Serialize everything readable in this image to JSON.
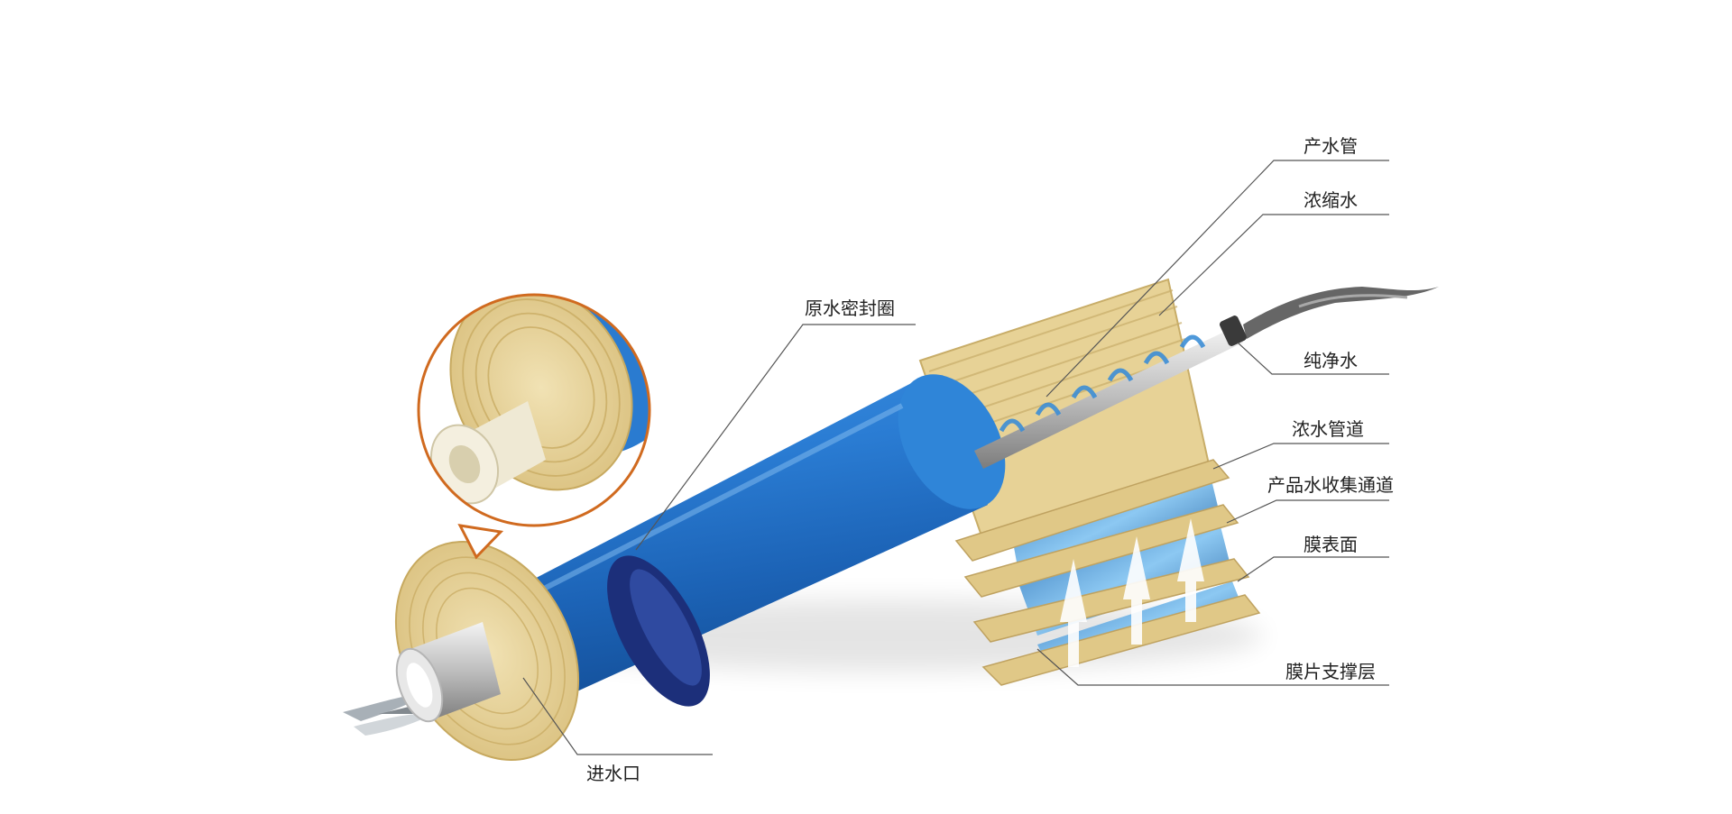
{
  "labels": {
    "product_water_tube": "产水管",
    "concentrate": "浓缩水",
    "pure_water": "纯净水",
    "concentrate_channel": "浓水管道",
    "product_collection_channel": "产品水收集通道",
    "membrane_surface": "膜表面",
    "membrane_support_layer": "膜片支撑层",
    "raw_water_seal": "原水密封圈",
    "water_inlet": "进水口"
  },
  "colors": {
    "leader_line": "#555555",
    "membrane_blue": "#1f6fc9",
    "seal_ring": "#1c2f7a",
    "membrane_layer": "#e9d49a",
    "callout_circle": "#d06a1f",
    "water": "#4aa2e6"
  }
}
